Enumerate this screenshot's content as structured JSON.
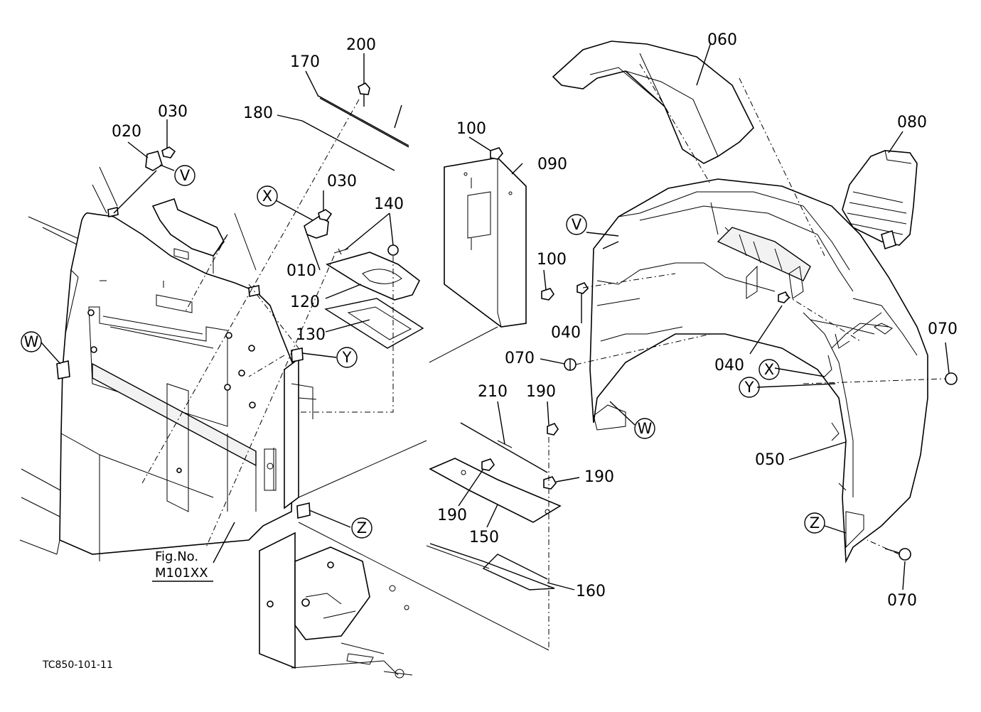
{
  "labels": {
    "p200": "200",
    "p170": "170",
    "p180": "180",
    "p030a": "030",
    "p020": "020",
    "p030b": "030",
    "p140": "140",
    "p010": "010",
    "p120": "120",
    "p130": "130",
    "p100a": "100",
    "p090": "090",
    "p100b": "100",
    "p060": "060",
    "p080": "080",
    "p040a": "040",
    "p070a": "070",
    "p040b": "040",
    "p070b": "070",
    "p050": "050",
    "p070c": "070",
    "p210": "210",
    "p190a": "190",
    "p190b": "190",
    "p190c": "190",
    "p150": "150",
    "p160": "160"
  },
  "markers": {
    "V1": "V",
    "X1": "X",
    "W1": "W",
    "Y1": "Y",
    "Z1": "Z",
    "V2": "V",
    "X2": "X",
    "Y2": "Y",
    "W2": "W",
    "Z2": "Z"
  },
  "figure_reference": {
    "line1": "Fig.No.",
    "line2": "M101XX"
  },
  "drawing_code": "TC850-101-11"
}
